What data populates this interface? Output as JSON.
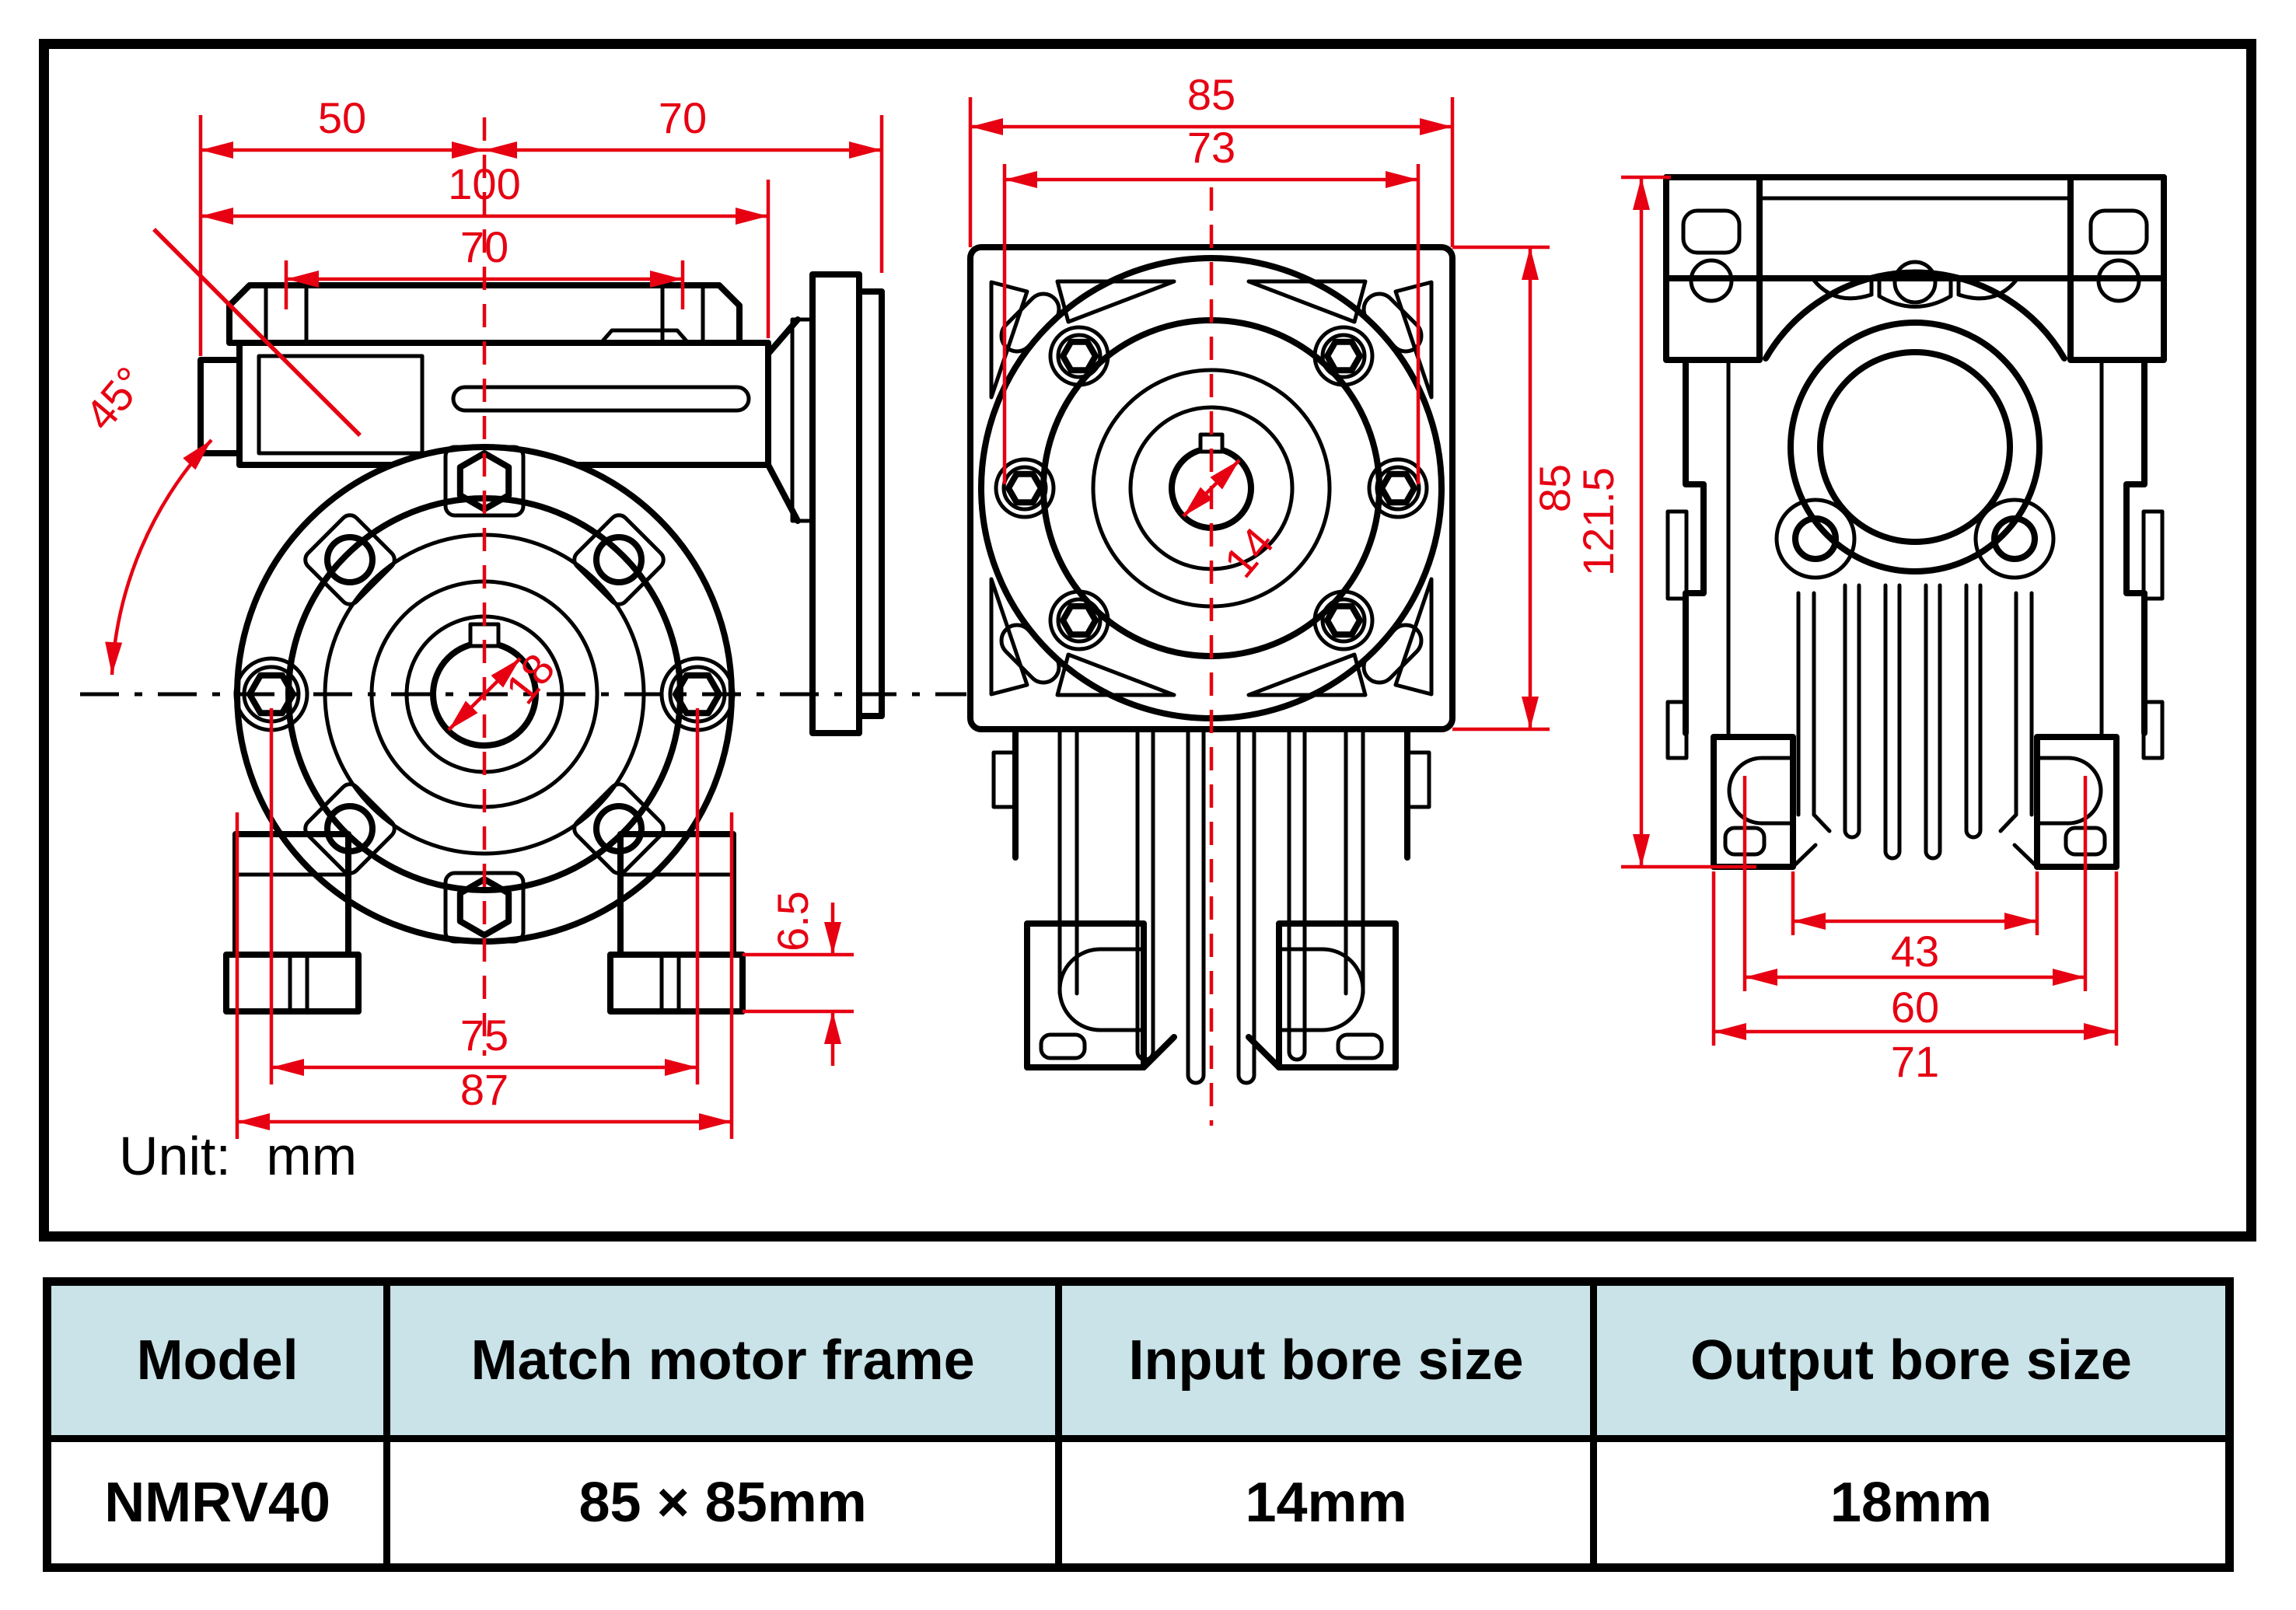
{
  "drawing": {
    "unit_label": "Unit: mm",
    "dims": {
      "side": {
        "width_left": "50",
        "width_right": "70",
        "width_total": "100",
        "bolt_span": "70",
        "angle": "45°",
        "output_bore": "18",
        "foot_pad_height": "6.5",
        "bolt_circle": "75",
        "flange_width": "87"
      },
      "front": {
        "frame_width": "85",
        "bolt_spacing": "73",
        "frame_height": "85",
        "input_bore": "14"
      },
      "top": {
        "total_height": "121.5",
        "foot_inner_span": "43",
        "foot_slot_span": "60",
        "foot_outer_span": "71"
      }
    }
  },
  "table": {
    "headers": [
      "Model",
      "Match motor frame",
      "Input bore size",
      "Output bore size"
    ],
    "rows": [
      [
        "NMRV40",
        "85 × 85mm",
        "14mm",
        "18mm"
      ]
    ]
  },
  "colors": {
    "dimension_red": "#e60012",
    "line_black": "#000000",
    "table_header_bg": "#c9e3e8"
  }
}
